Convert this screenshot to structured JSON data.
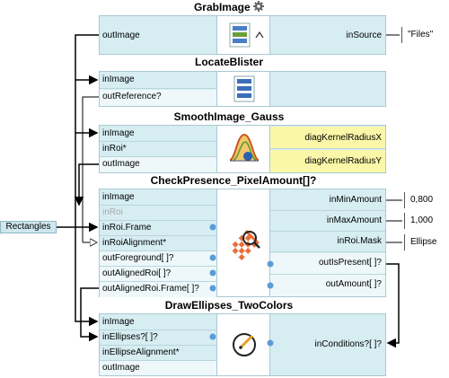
{
  "blocks": {
    "grab_image": {
      "title": "GrabImage",
      "left_ports": [
        "outImage"
      ],
      "right_ports": [
        "inSource"
      ],
      "values": {
        "inSource": "\"Files\""
      }
    },
    "locate_blister": {
      "title": "LocateBlister",
      "left_ports": [
        "inImage",
        "outReference?"
      ]
    },
    "smooth_image": {
      "title": "SmoothImage_Gauss",
      "left_ports": [
        "inImage",
        "inRoi*",
        "outImage"
      ],
      "right_ports": [
        "diagKernelRadiusX",
        "diagKernelRadiusY"
      ]
    },
    "check_presence": {
      "title": "CheckPresence_PixelAmount[]?",
      "left_ports": [
        "inImage",
        "inRoi",
        "inRoi.Frame",
        "inRoiAlignment*",
        "outForeground[ ]?",
        "outAlignedRoi[ ]?",
        "outAlignedRoi.Frame[ ]?"
      ],
      "right_ports": [
        "inMinAmount",
        "inMaxAmount",
        "inRoi.Mask",
        "outIsPresent[ ]?",
        "outAmount[ ]?"
      ],
      "values": {
        "inMinAmount": "0,800",
        "inMaxAmount": "1,000",
        "inRoi_Mask": "Ellipse"
      }
    },
    "draw_ellipses": {
      "title": "DrawEllipses_TwoColors",
      "left_ports": [
        "inImage",
        "inEllipses?[ ]?",
        "inEllipseAlignment*",
        "outImage"
      ],
      "right_ports": [
        "inConditions?[ ]?"
      ]
    }
  },
  "external_input": {
    "label": "Rectangles"
  },
  "colors": {
    "port_bg": "#d6edf2",
    "highlight": "#fbf7a8",
    "wire": "#000000"
  }
}
